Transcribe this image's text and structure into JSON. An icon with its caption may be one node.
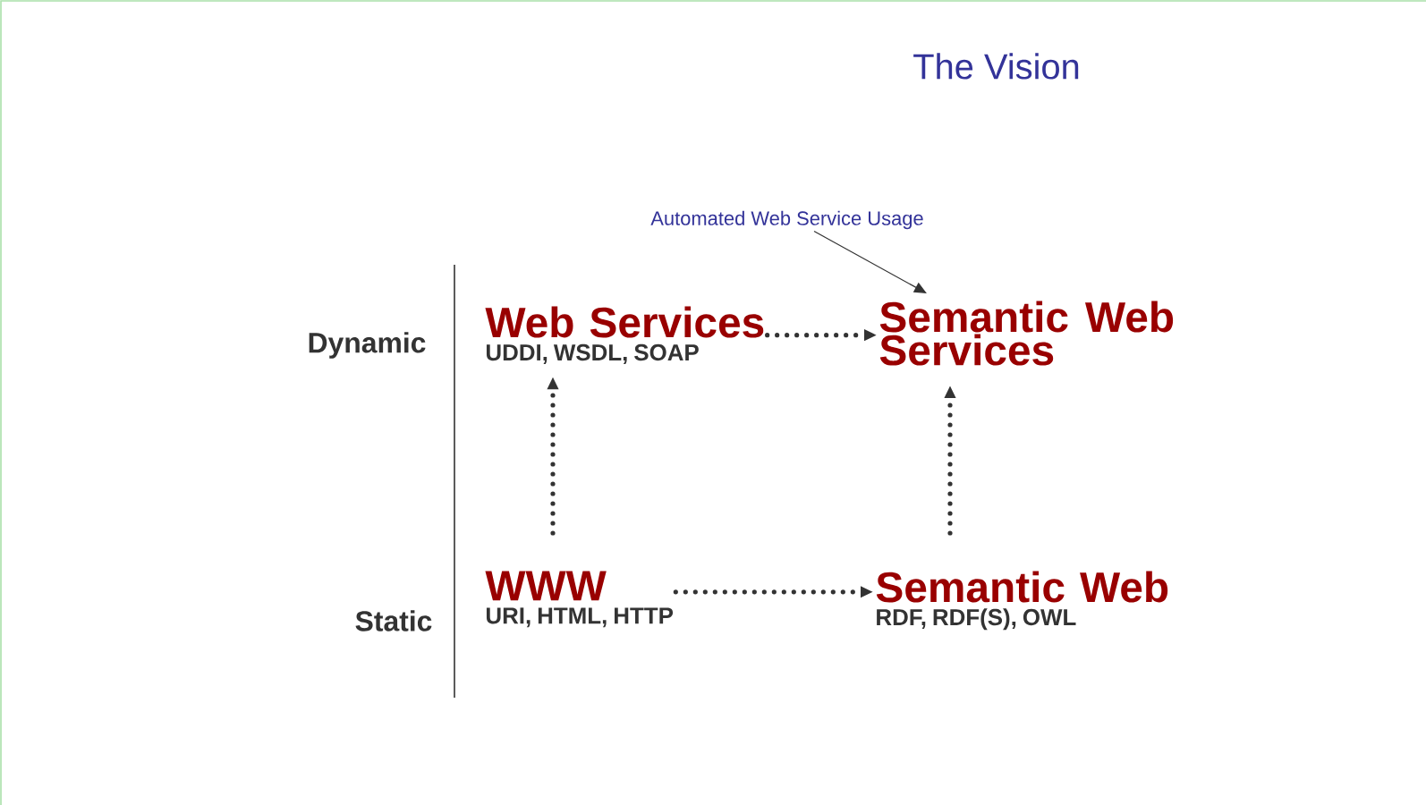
{
  "diagram": {
    "title": "The Vision",
    "nodes": [
      {
        "text": [
          "Web Services",
          "UDDI, WSDL, SOAP"
        ]
      },
      {
        "text": [
          "Semantic Web Services"
        ]
      },
      {
        "text": [
          "WWW",
          "URI, HTML, HTTP"
        ]
      },
      {
        "text": [
          "Semantic Web",
          "RDF, RDF(S), OWL"
        ]
      },
      {
        "text": [
          "Automated Web Service Usage"
        ]
      }
    ],
    "edges": [
      {
        "from": 0,
        "to": 1,
        "arrow": "to",
        "style": "dashed"
      },
      {
        "from": 2,
        "to": 3,
        "arrow": "to",
        "style": "dashed"
      },
      {
        "from": 2,
        "to": 0,
        "arrow": "to",
        "style": "dashed"
      },
      {
        "from": 3,
        "to": 1,
        "arrow": "to",
        "style": "dashed"
      },
      {
        "from": 4,
        "to": 1,
        "arrow": "to"
      }
    ],
    "labels": [
      "Dynamic",
      "Static"
    ]
  }
}
